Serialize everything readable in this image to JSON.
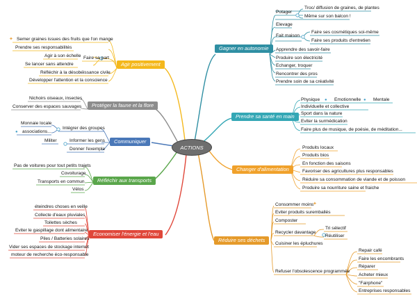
{
  "center": "ACTIONS",
  "branches": {
    "gagner": "Gagner en autonomie",
    "sante": "Prendre sa santé en main",
    "alim": "Changer d'alimentation",
    "dechets": "Réduire ses déchets",
    "agir": "Agir positivement",
    "faune": "Protéger la faune et la flore",
    "communiquer": "Communiquer",
    "transports": "Réfléchir aux transports",
    "energie": "Economiser l'énergie et l'eau"
  },
  "gagner": {
    "potager": "Potager",
    "troc": "Troc/ diffusion de graines, de plantes",
    "balcon": "Même sur son balcon !",
    "elevage": "Elevage",
    "faitmaison": "Fait maison",
    "cosmetiques": "Faire ses cosmétiques soi-même",
    "entretien": "Faire ses produits d'entretien",
    "savoirfaire": "Apprendre des savoir-faire",
    "electricite": "Produire son électricité",
    "echanger": "Echanger, troquer",
    "pros": "Rencontrer des pros",
    "creativite": "Prendre soin de sa créativité"
  },
  "sante": {
    "physique": "Physique",
    "emotionnelle": "Emotionnelle",
    "mentale": "Mentale",
    "individuelle": "Individuelle et collective",
    "sport": "Sport dans la nature",
    "surmedication": "Eviter la surmédication",
    "musique": "Faire plus de musique, de poésie, de méditation..."
  },
  "alim": {
    "locaux": "Produits locaux",
    "bios": "Produits bios",
    "saisons": "En fonction des saisons",
    "agricultures": "Favoriser des agricultures plus responsables",
    "viande": "Réduire sa consommation de viande et de poisson",
    "saine": "Produire sa nourriture saine et fraiche"
  },
  "dechets": {
    "consommer": "Consommer moins",
    "suremballes": "Eviter produits suremballés",
    "composter": "Composter",
    "recycler": "Recycler davantage",
    "tri": "Tri sélectif",
    "reutiliser": "Réutiliser",
    "epluchures": "Cuisiner les épluchures",
    "obsolescence": "Refuser l'obsolescence programmée",
    "repair": "Repair café",
    "encombrants": "Faire les encombrants",
    "reparer": "Réparer",
    "acheter": "Acheter mieux",
    "fairphone": "\"Fairphone\"",
    "entreprises": "Entreprises responsables"
  },
  "agir": {
    "semer": "Semer graines issues des fruits que l'on mange",
    "responsabilites": "Prendre ses responsabilités",
    "fairesapart": "Faire sa part",
    "echelle": "Agir à son échelle",
    "selancer": "Se lancer sans attendre",
    "desobeissance": "Réfléchir à la désobéissance civile",
    "attention": "Développer l'attention et la conscience"
  },
  "faune": {
    "nichoirs": "Nichoirs oiseaux, insectes",
    "espaces": "Conserver des espaces sauvages"
  },
  "communiquer": {
    "monnaie": "Monnaie locale",
    "associations": "associations...",
    "integrer": "Intégrer des groupes",
    "militer": "Militer",
    "informer": "Informer les gens",
    "exemple": "Donner l'exemple"
  },
  "transports": {
    "pasdevoitures": "Pas de voitures pour tout petits trajets",
    "covoiturage": "Covoiturage",
    "commun": "Transports en commun",
    "velos": "Vélos"
  },
  "energie": {
    "eteindre": "éteindres choses en veille",
    "pluviales": "Collecte d'eaux pluviales",
    "toilettes": "Toilettes sèches",
    "gaspillage": "Eviter le gaspillage dont alimentaire",
    "piles": "Piles / Batteries solaires",
    "stockage": "Vider ses espaces de stockage internet",
    "moteur": "moteur de recherche éco-responsable"
  },
  "colors": {
    "gagner": "#2f8fa3",
    "sante": "#34a7b5",
    "alim": "#f0a12b",
    "dechets": "#f0a12b",
    "agir": "#f4b81c",
    "faune": "#8d8d8d",
    "communiquer": "#4a78b8",
    "transports": "#5aa64b",
    "energie": "#e0473a"
  }
}
